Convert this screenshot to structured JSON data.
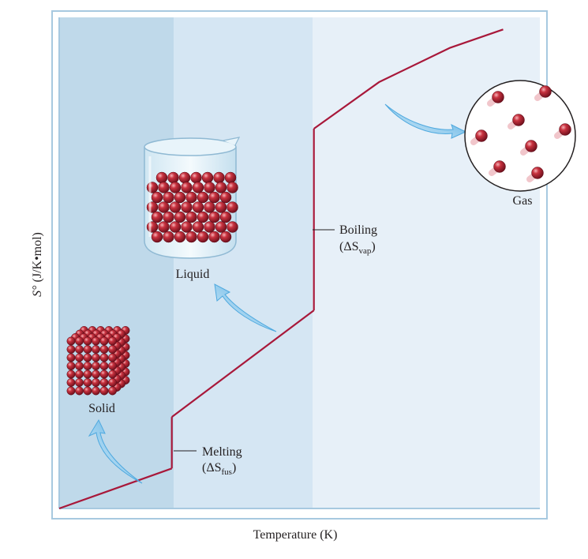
{
  "chart_data": {
    "type": "line",
    "title": "",
    "xlabel": "Temperature (K)",
    "ylabel_symbol": "S°",
    "ylabel_units": "(J/K•mol)",
    "grid": false,
    "regions": [
      {
        "name": "solid",
        "color": "#bfd9ea"
      },
      {
        "name": "liquid",
        "color": "#d5e6f3"
      },
      {
        "name": "gas",
        "color": "#e7f0f8"
      }
    ],
    "series": [
      {
        "color": "#a8183a",
        "segments": [
          {
            "phase": "solid",
            "x": [
              0.0,
              0.2344
            ],
            "y": [
              0.0,
              0.0815
            ]
          },
          {
            "phase": "melting",
            "x": [
              0.2344,
              0.2344
            ],
            "y": [
              0.0815,
              0.1863
            ]
          },
          {
            "phase": "liquid",
            "x": [
              0.2344,
              0.5299
            ],
            "y": [
              0.1863,
              0.4034
            ]
          },
          {
            "phase": "boiling",
            "x": [
              0.5299,
              0.5299
            ],
            "y": [
              0.4034,
              0.7733
            ]
          },
          {
            "phase": "gas",
            "x": [
              0.5299,
              0.6661,
              0.8136,
              0.9236
            ],
            "y": [
              0.7733,
              0.8687,
              0.9382,
              0.9754
            ]
          }
        ]
      }
    ],
    "annotations": [
      {
        "id": "melting",
        "text": "Melting",
        "delta_base": "S",
        "subscript": "fus"
      },
      {
        "id": "boiling",
        "text": "Boiling",
        "delta_base": "S",
        "subscript": "vap"
      }
    ],
    "phase_labels": [
      "Solid",
      "Liquid",
      "Gas"
    ]
  },
  "colors": {
    "curve": "#a8183a",
    "arrow": "#5fb3e6",
    "particle": "#b5283a",
    "frame": "#9fc3dd"
  },
  "icons": [
    "solid-cube-icon",
    "liquid-beaker-icon",
    "gas-circle-icon"
  ]
}
